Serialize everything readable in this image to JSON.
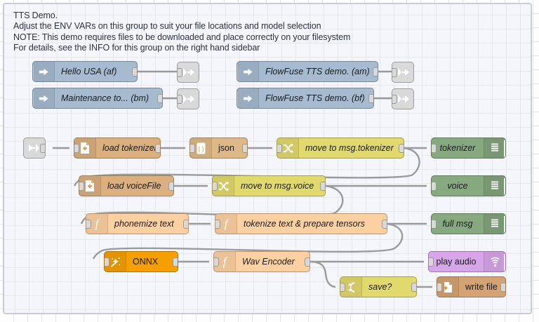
{
  "app": {
    "name": "node-red-flow-editor",
    "canvas_label": "flow-canvas"
  },
  "group": {
    "name": "tts-demo-group",
    "notes": "TTS Demo.\nAdjust the ENV VARs on this group to suit your file locations and model selection\nNOTE: This demo requires files to be downloaded and place correctly on your filesystem\nFor details, see the INFO for this group on the right hand sidebar",
    "border_color": "#c8cbd8",
    "fill_color": "#f4f6fb"
  },
  "palette": {
    "inject": "#a6bbcf",
    "link": "#d9d9d9",
    "file_in": "#dbaf7e",
    "json": "#deb887",
    "change": "#e2d96e",
    "switch": "#e2d96e",
    "function": "#fdd0a2",
    "debug": "#87a980",
    "onnx": "#f5a000",
    "audio": "#d7a6e8",
    "file_out": "#d4a373",
    "wire": "#9a9a9a"
  },
  "nodes": {
    "inject_hello_usa": {
      "label": "Hello USA (af)",
      "type": "inject",
      "icon": "inject-arrow-icon"
    },
    "inject_maintenance": {
      "label": "Maintenance to... (bm)",
      "type": "inject",
      "icon": "inject-arrow-icon"
    },
    "inject_flowfuse_am": {
      "label": "FlowFuse TTS demo. (am)",
      "type": "inject",
      "icon": "inject-arrow-icon"
    },
    "inject_flowfuse_bf": {
      "label": "FlowFuse TTS demo. (bf)",
      "type": "inject",
      "icon": "inject-arrow-icon"
    },
    "link_out_1": {
      "label": "",
      "type": "link-out",
      "icon": "link-out-icon"
    },
    "link_out_2": {
      "label": "",
      "type": "link-out",
      "icon": "link-out-icon"
    },
    "link_out_3": {
      "label": "",
      "type": "link-out",
      "icon": "link-out-icon"
    },
    "link_out_4": {
      "label": "",
      "type": "link-out",
      "icon": "link-out-icon"
    },
    "link_in_main": {
      "label": "",
      "type": "link-in",
      "icon": "link-in-icon"
    },
    "load_tokenizer": {
      "label": "load tokenizer",
      "type": "file-in",
      "icon": "file-icon"
    },
    "json_node": {
      "label": "json",
      "type": "json",
      "icon": "braces-icon"
    },
    "move_to_tokenizer": {
      "label": "move to msg.tokenizer",
      "type": "change",
      "icon": "shuffle-icon"
    },
    "debug_tokenizer": {
      "label": "tokenizer",
      "type": "debug",
      "icon": "debug-icon"
    },
    "load_voicefile": {
      "label": "load voiceFile",
      "type": "file-in",
      "icon": "file-icon"
    },
    "move_to_voice": {
      "label": "move to msg.voice",
      "type": "change",
      "icon": "shuffle-icon"
    },
    "debug_voice": {
      "label": "voice",
      "type": "debug",
      "icon": "debug-icon"
    },
    "phonemize_text": {
      "label": "phonemize text",
      "type": "function",
      "icon": "function-f-icon"
    },
    "tokenize_tensors": {
      "label": "tokenize text & prepare tensors",
      "type": "function",
      "icon": "function-f-icon"
    },
    "debug_full_msg": {
      "label": "full msg",
      "type": "debug",
      "icon": "debug-icon"
    },
    "onnx": {
      "label": "ONNX",
      "type": "onnx",
      "icon": "magic-wand-icon"
    },
    "wav_encoder": {
      "label": "Wav Encoder",
      "type": "function",
      "icon": "function-f-icon"
    },
    "play_audio": {
      "label": "play audio",
      "type": "audio",
      "icon": "speaker-icon"
    },
    "save_switch": {
      "label": "save?",
      "type": "switch",
      "icon": "switch-branch-icon"
    },
    "write_file": {
      "label": "write file",
      "type": "file-out",
      "icon": "file-out-icon"
    }
  }
}
